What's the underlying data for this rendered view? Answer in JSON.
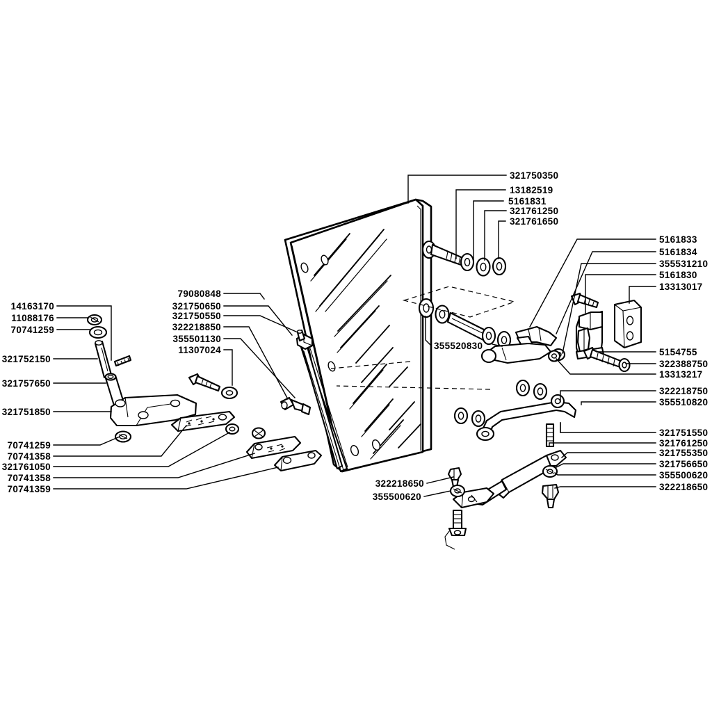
{
  "diagram": {
    "title": "Exploded parts diagram - door glass, hinge and gas strut assembly",
    "background_color": "#ffffff",
    "line_color": "#000000",
    "label_font_weight": "bold"
  },
  "labels": {
    "top_center": [
      {
        "id": "t1",
        "part_number": "321750350"
      },
      {
        "id": "t2",
        "part_number": "13182519"
      },
      {
        "id": "t3",
        "part_number": "5161831"
      },
      {
        "id": "t4",
        "part_number": "321761250"
      },
      {
        "id": "t5",
        "part_number": "321761650"
      }
    ],
    "right_upper": [
      {
        "id": "r1",
        "part_number": "5161833"
      },
      {
        "id": "r2",
        "part_number": "5161834"
      },
      {
        "id": "r3",
        "part_number": "355531210"
      },
      {
        "id": "r4",
        "part_number": "5161830"
      },
      {
        "id": "r5",
        "part_number": "13313017"
      }
    ],
    "right_middle": [
      {
        "id": "rm1",
        "part_number": "5154755"
      },
      {
        "id": "rm2",
        "part_number": "322388750"
      },
      {
        "id": "rm3",
        "part_number": "13313217"
      },
      {
        "id": "rm4",
        "part_number": "322218750"
      },
      {
        "id": "rm5",
        "part_number": "355510820"
      }
    ],
    "right_lower": [
      {
        "id": "rl1",
        "part_number": "321751550"
      },
      {
        "id": "rl2",
        "part_number": "321761250"
      },
      {
        "id": "rl3",
        "part_number": "321755350"
      },
      {
        "id": "rl4",
        "part_number": "321756650"
      },
      {
        "id": "rl5",
        "part_number": "355500620"
      },
      {
        "id": "rl6",
        "part_number": "322218650"
      }
    ],
    "left_upper": [
      {
        "id": "lu1",
        "part_number": "14163170"
      },
      {
        "id": "lu2",
        "part_number": "11088176"
      },
      {
        "id": "lu3",
        "part_number": "70741259"
      },
      {
        "id": "lu4",
        "part_number": "321752150"
      },
      {
        "id": "lu5",
        "part_number": "321757650"
      },
      {
        "id": "lu6",
        "part_number": "321751850"
      }
    ],
    "left_lower": [
      {
        "id": "ll1",
        "part_number": "70741259"
      },
      {
        "id": "ll2",
        "part_number": "70741358"
      },
      {
        "id": "ll3",
        "part_number": "321761050"
      },
      {
        "id": "ll4",
        "part_number": "70741358"
      },
      {
        "id": "ll5",
        "part_number": "70741359"
      }
    ],
    "left_center": [
      {
        "id": "lc1",
        "part_number": "79080848"
      },
      {
        "id": "lc2",
        "part_number": "321750650"
      },
      {
        "id": "lc3",
        "part_number": "321750550"
      },
      {
        "id": "lc4",
        "part_number": "322218850"
      },
      {
        "id": "lc5",
        "part_number": "355501130"
      },
      {
        "id": "lc6",
        "part_number": "11307024"
      }
    ],
    "center": [
      {
        "id": "c1",
        "part_number": "355520830"
      }
    ],
    "bottom_center": [
      {
        "id": "bc1",
        "part_number": "322218650"
      },
      {
        "id": "bc2",
        "part_number": "355500620"
      }
    ]
  }
}
